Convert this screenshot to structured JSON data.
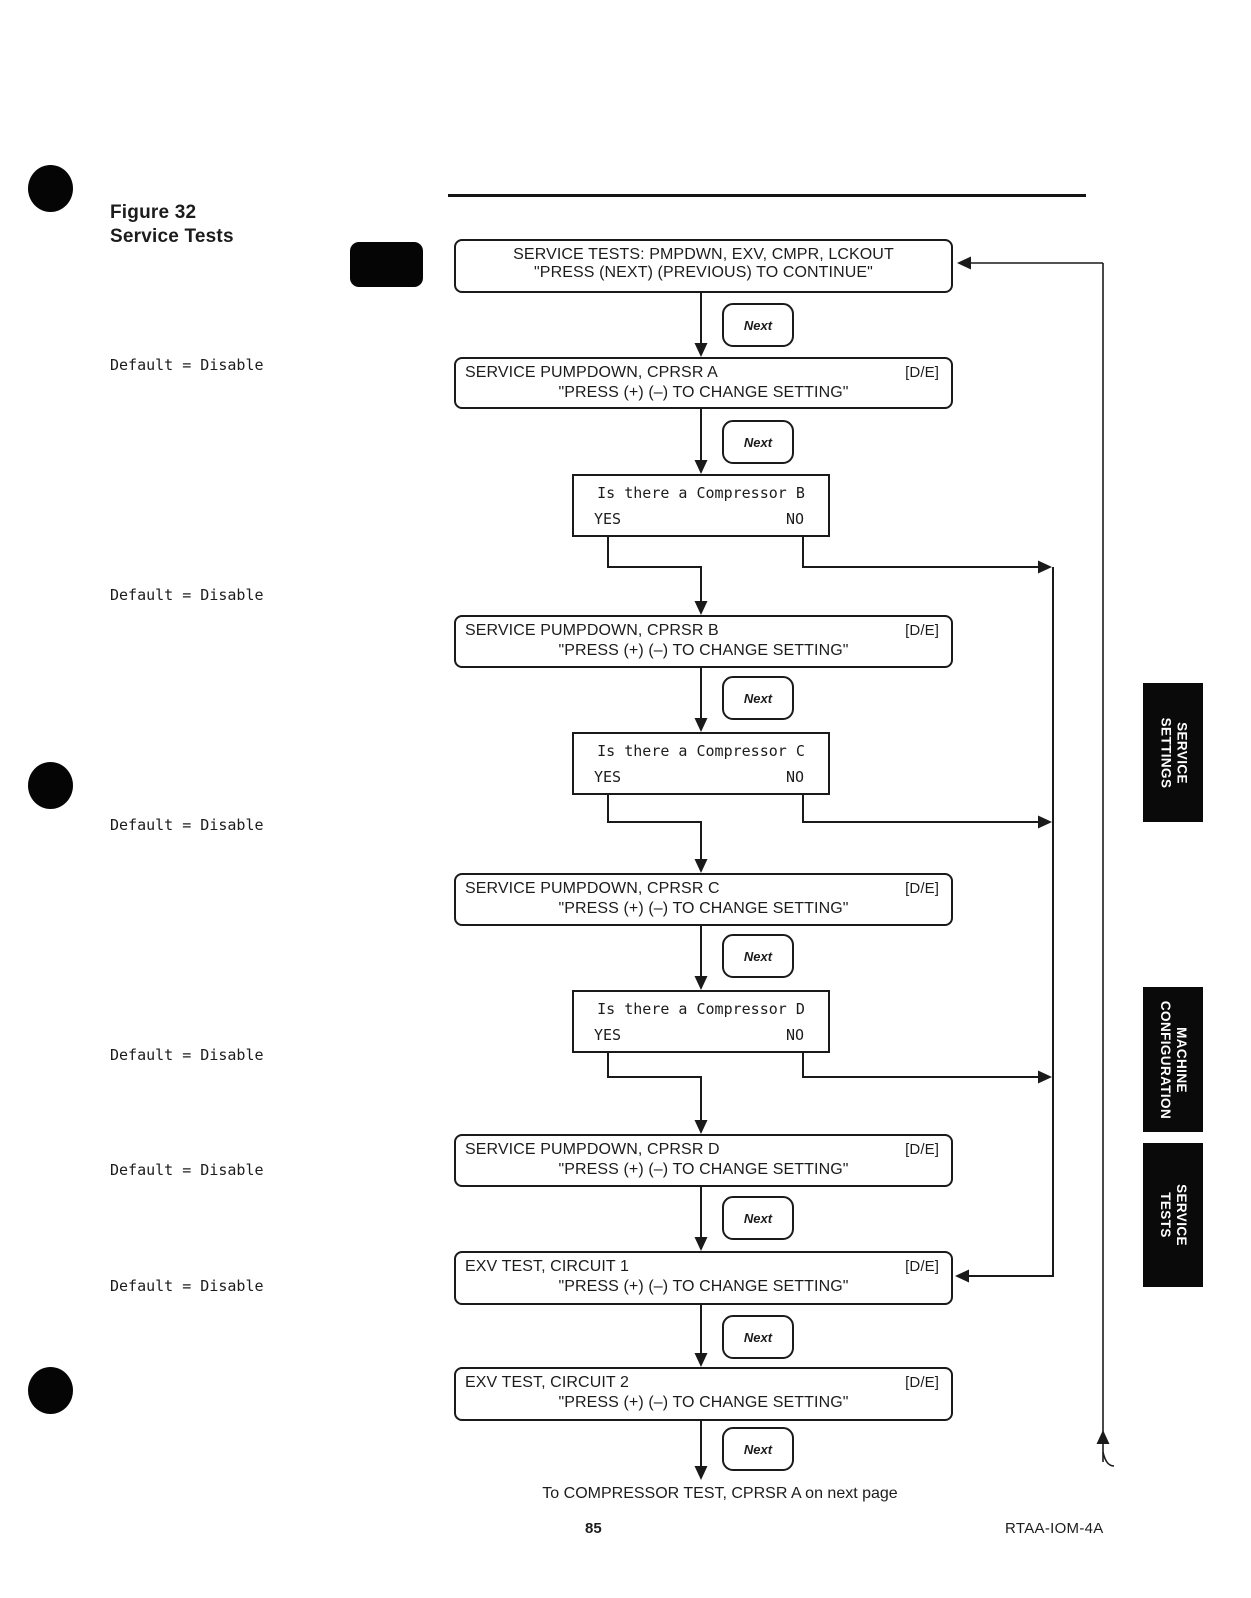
{
  "figure": {
    "label": "Figure 32",
    "title": "Service Tests"
  },
  "defaults_label": "Default = Disable",
  "flow": {
    "next_label": "Next",
    "de_tag": "[D/E]",
    "intro_box": {
      "line1": "SERVICE TESTS: PMPDWN, EXV, CMPR, LCKOUT",
      "line2": "\"PRESS (NEXT) (PREVIOUS) TO CONTINUE\""
    },
    "setting_line": "\"PRESS (+) (–) TO CHANGE SETTING\"",
    "screens": [
      {
        "title": "SERVICE PUMPDOWN, CPRSR A"
      },
      {
        "title": "SERVICE PUMPDOWN, CPRSR B"
      },
      {
        "title": "SERVICE PUMPDOWN, CPRSR C"
      },
      {
        "title": "SERVICE PUMPDOWN, CPRSR D"
      },
      {
        "title": "EXV TEST, CIRCUIT 1"
      },
      {
        "title": "EXV TEST, CIRCUIT 2"
      }
    ],
    "decisions": [
      {
        "question": "Is there a Compressor B",
        "yes": "YES",
        "no": "NO"
      },
      {
        "question": "Is there a Compressor C",
        "yes": "YES",
        "no": "NO"
      },
      {
        "question": "Is there a Compressor D",
        "yes": "YES",
        "no": "NO"
      }
    ],
    "exit_note": "To COMPRESSOR TEST, CPRSR A on next page"
  },
  "tabs": [
    {
      "line1": "SERVICE",
      "line2": "SETTINGS"
    },
    {
      "line1": "MACHINE",
      "line2": "CONFIGURATION"
    },
    {
      "line1": "SERVICE",
      "line2": "TESTS"
    }
  ],
  "footer": {
    "page_number": "85",
    "doc_code": "RTAA-IOM-4A"
  },
  "colors": {
    "ink": "#1a1a1a",
    "tab_bg": "#0a0a0a",
    "paper": "#ffffff"
  }
}
